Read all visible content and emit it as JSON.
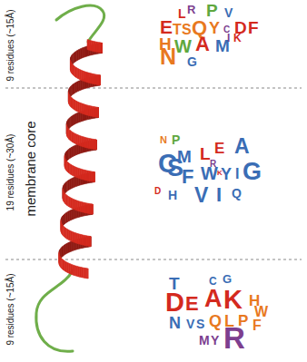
{
  "diagram": {
    "labels": [
      "9 residues (~15Å)",
      "19 residues (~30Å)",
      "membrane core",
      "9 residues (~15Å)",
      "L",
      "R",
      "P",
      "V",
      "E",
      "T",
      "S",
      "Q",
      "Y",
      "C",
      "D",
      "F",
      "H",
      "W",
      "A",
      "M",
      "I",
      "K",
      "N",
      "G",
      "N",
      "P",
      "M",
      "L",
      "E",
      "A",
      "C",
      "S",
      "R",
      "K",
      "F",
      "W",
      "Y",
      "I",
      "G",
      "D",
      "H",
      "V",
      "I",
      "Q",
      "T",
      "C",
      "G",
      "D",
      "E",
      "A",
      "K",
      "H",
      "W",
      "N",
      "V",
      "S",
      "Q",
      "L",
      "P",
      "F",
      "M",
      "Y",
      "R"
    ]
  }
}
